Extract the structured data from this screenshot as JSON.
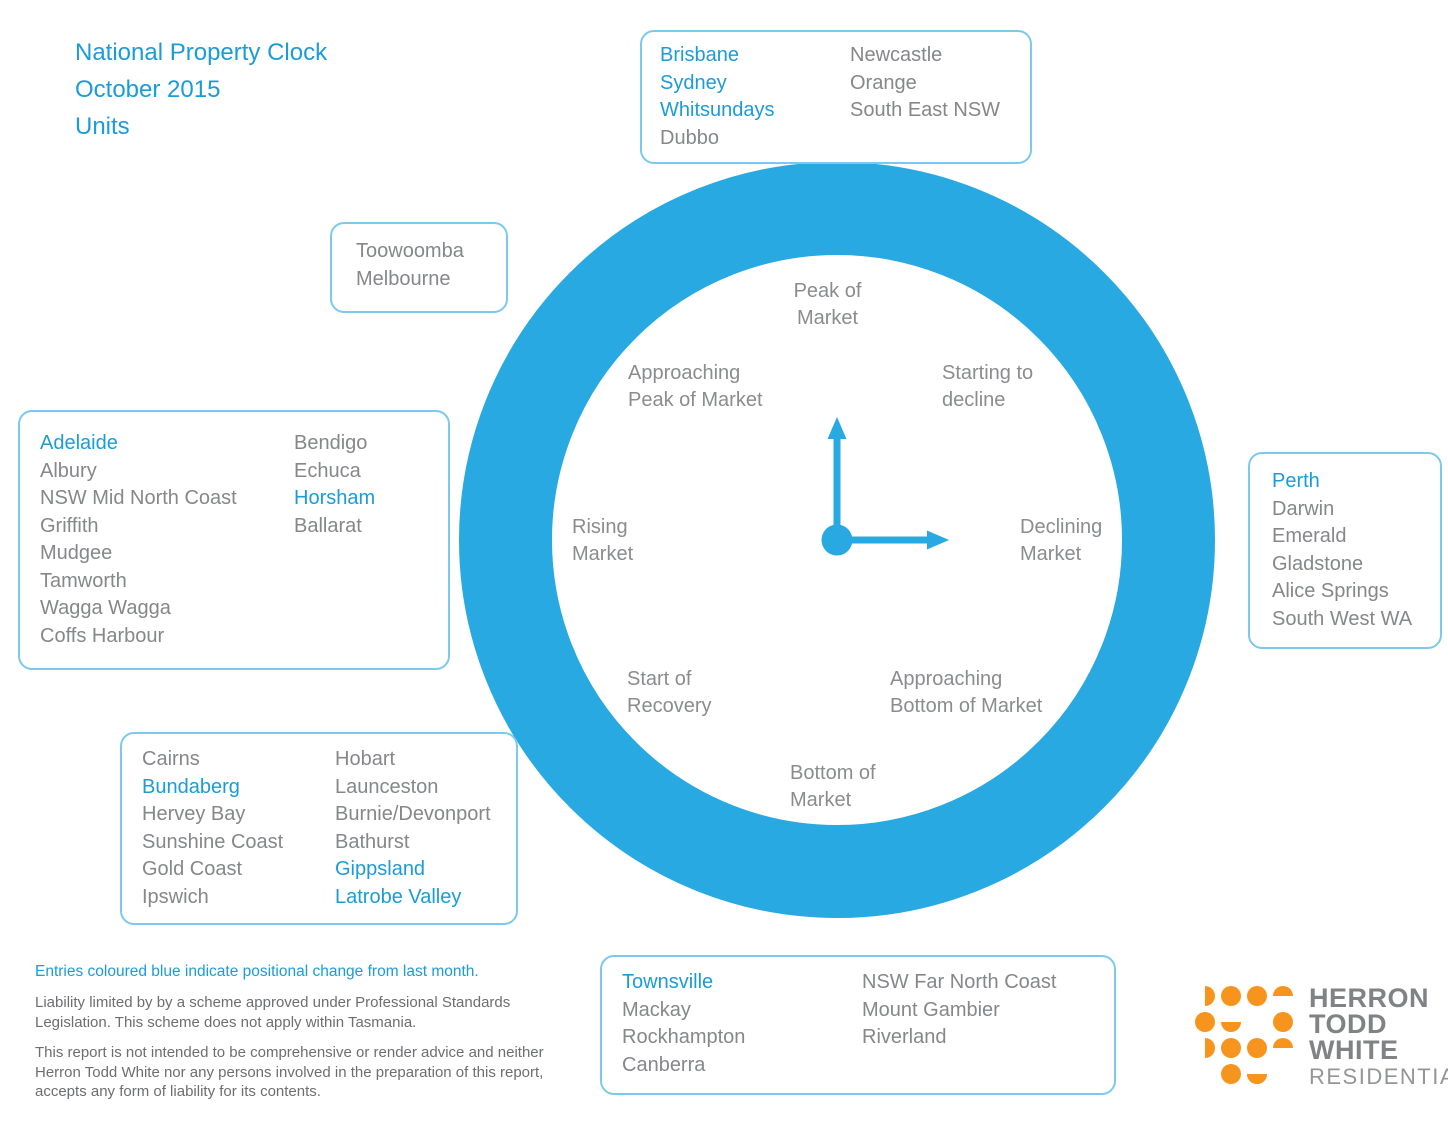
{
  "title": {
    "text": "National Property Clock\nOctober 2015\nUnits"
  },
  "clock": {
    "labels": {
      "peak_of_market": "Peak of\nMarket",
      "approaching_peak": "Approaching\nPeak of Market",
      "starting_to_decline": "Starting to\ndecline",
      "rising_market": "Rising\nMarket",
      "declining_market": "Declining\nMarket",
      "start_of_recovery": "Start of\nRecovery",
      "approaching_bottom": "Approaching\nBottom of Market",
      "bottom_of_market": "Bottom of\nMarket"
    },
    "accent_color": "#29a9e1"
  },
  "city_boxes": {
    "peak": {
      "col1": [
        {
          "name": "Brisbane",
          "changed": true
        },
        {
          "name": "Sydney",
          "changed": true
        },
        {
          "name": "Whitsundays",
          "changed": true
        },
        {
          "name": "Dubbo",
          "changed": false
        }
      ],
      "col2": [
        {
          "name": "Newcastle",
          "changed": false
        },
        {
          "name": "Orange",
          "changed": false
        },
        {
          "name": "South East NSW",
          "changed": false
        }
      ]
    },
    "approaching_peak": {
      "col1": [
        {
          "name": "Toowoomba",
          "changed": false
        },
        {
          "name": "Melbourne",
          "changed": false
        }
      ]
    },
    "rising": {
      "col1": [
        {
          "name": "Adelaide",
          "changed": true
        },
        {
          "name": "Albury",
          "changed": false
        },
        {
          "name": "NSW Mid North Coast",
          "changed": false
        },
        {
          "name": "Griffith",
          "changed": false
        },
        {
          "name": "Mudgee",
          "changed": false
        },
        {
          "name": "Tamworth",
          "changed": false
        },
        {
          "name": "Wagga Wagga",
          "changed": false
        },
        {
          "name": "Coffs Harbour",
          "changed": false
        }
      ],
      "col2": [
        {
          "name": "Bendigo",
          "changed": false
        },
        {
          "name": "Echuca",
          "changed": false
        },
        {
          "name": "Horsham",
          "changed": true
        },
        {
          "name": "Ballarat",
          "changed": false
        }
      ]
    },
    "start_of_recovery": {
      "col1": [
        {
          "name": "Cairns",
          "changed": false
        },
        {
          "name": "Bundaberg",
          "changed": true
        },
        {
          "name": "Hervey Bay",
          "changed": false
        },
        {
          "name": "Sunshine Coast",
          "changed": false
        },
        {
          "name": "Gold Coast",
          "changed": false
        },
        {
          "name": "Ipswich",
          "changed": false
        }
      ],
      "col2": [
        {
          "name": "Hobart",
          "changed": false
        },
        {
          "name": "Launceston",
          "changed": false
        },
        {
          "name": "Burnie/Devonport",
          "changed": false
        },
        {
          "name": "Bathurst",
          "changed": false
        },
        {
          "name": "Gippsland",
          "changed": true
        },
        {
          "name": "Latrobe Valley",
          "changed": true
        }
      ]
    },
    "declining": {
      "col1": [
        {
          "name": "Perth",
          "changed": true
        },
        {
          "name": "Darwin",
          "changed": false
        },
        {
          "name": "Emerald",
          "changed": false
        },
        {
          "name": "Gladstone",
          "changed": false
        },
        {
          "name": "Alice Springs",
          "changed": false
        },
        {
          "name": "South West WA",
          "changed": false
        }
      ]
    },
    "bottom": {
      "col1": [
        {
          "name": "Townsville",
          "changed": true
        },
        {
          "name": "Mackay",
          "changed": false
        },
        {
          "name": "Rockhampton",
          "changed": false
        },
        {
          "name": "Canberra",
          "changed": false
        }
      ],
      "col2": [
        {
          "name": "NSW Far North Coast",
          "changed": false
        },
        {
          "name": "Mount Gambier",
          "changed": false
        },
        {
          "name": "Riverland",
          "changed": false
        }
      ]
    }
  },
  "footnotes": {
    "blue_note": "Entries coloured blue indicate positional change from last month.",
    "note1": "Liability limited by by a scheme approved under Professional Standards Legislation. This scheme does not apply within Tasmania.",
    "note2": "This report is not intended to be comprehensive or render advice and neither Herron Todd White nor any persons involved in the preparation of this report, accepts any form of liability for its contents."
  },
  "logo": {
    "line1": "HERRON",
    "line2": "TODD",
    "line3": "WHITE",
    "subtitle": "RESIDENTIAL",
    "mark_color": "#f7941e",
    "text_color": "#808285"
  }
}
